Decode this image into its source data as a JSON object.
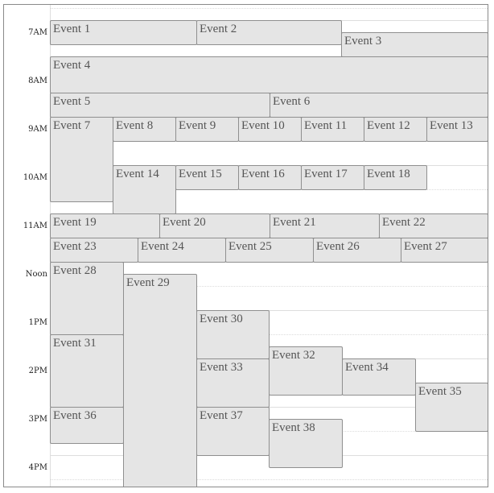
{
  "hours": [
    "7AM",
    "8AM",
    "9AM",
    "10AM",
    "11AM",
    "Noon",
    "1PM",
    "2PM",
    "3PM",
    "4PM"
  ],
  "events": [
    "Event 1",
    "Event 2",
    "Event 3",
    "Event 4",
    "Event 5",
    "Event 6",
    "Event 7",
    "Event 8",
    "Event 9",
    "Event 10",
    "Event 11",
    "Event 12",
    "Event 13",
    "Event 14",
    "Event 15",
    "Event 16",
    "Event 17",
    "Event 18",
    "Event 19",
    "Event 20",
    "Event 21",
    "Event 22",
    "Event 23",
    "Event 24",
    "Event 25",
    "Event 26",
    "Event 27",
    "Event 28",
    "Event 29",
    "Event 30",
    "Event 31",
    "Event 32",
    "Event 33",
    "Event 34",
    "Event 35",
    "Event 36",
    "Event 37",
    "Event 38"
  ]
}
